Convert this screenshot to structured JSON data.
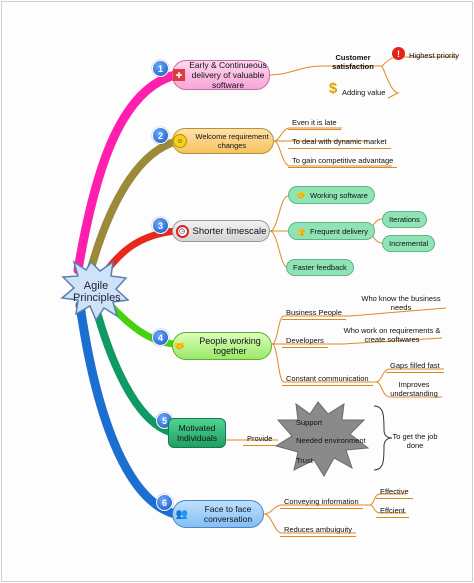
{
  "central": {
    "label": "Agile Principles"
  },
  "branches": [
    {
      "num": "1",
      "label": "Early & Continueous delivery of valuable software"
    },
    {
      "num": "2",
      "label": "Welcome requirement changes"
    },
    {
      "num": "3",
      "label": "Shorter timescale"
    },
    {
      "num": "4",
      "label": "People working together"
    },
    {
      "num": "5",
      "label": "Motivated Individuals"
    },
    {
      "num": "6",
      "label": "Face to face conversation"
    }
  ],
  "b1": {
    "sub": "Customer satisfaction",
    "leaves": [
      "Highest priority",
      "Adding value"
    ]
  },
  "b2": {
    "leaves": [
      "Even it is late",
      "To deal with dynamic market",
      "To gain competitive advantage"
    ]
  },
  "b3": {
    "working": "Working software",
    "frequent": "Frequent delivery",
    "faster": "Faster feedback",
    "sub": [
      "Iterations",
      "Incremental"
    ]
  },
  "b4": {
    "business": "Business People",
    "business_note": "Who know the business needs",
    "developers": "Developers",
    "developers_note": "Who work on requirements & create softwares",
    "constant": "Constant communication",
    "constant_notes": [
      "Gaps filled fast",
      "Improves understanding"
    ]
  },
  "b5": {
    "provide": "Provide",
    "star": [
      "Support",
      "Needed environment",
      "Trust"
    ],
    "note": "To get the job done"
  },
  "b6": {
    "conveying": "Conveying information",
    "reduces": "Reduces ambuiguity",
    "notes": [
      "Effective",
      "Effcient"
    ]
  },
  "colors": {
    "b1": "#ff1fae",
    "b2": "#9a8a3a",
    "b3": "#e8281b",
    "b4": "#46d20e",
    "b5": "#0e9a62",
    "b6": "#1a6fd0",
    "connector": "#e08a1e",
    "pill_green": "#8fe3b4"
  }
}
